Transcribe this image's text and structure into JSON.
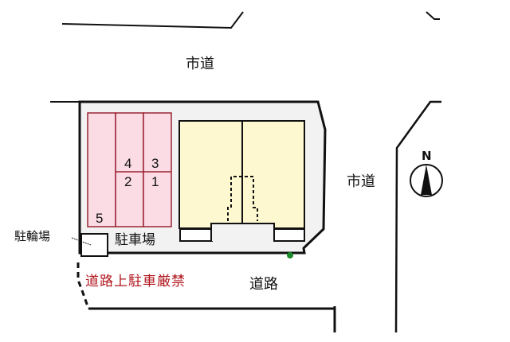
{
  "map": {
    "roads": {
      "top": "市道",
      "right": "市道",
      "bottom": "道路"
    },
    "notice": "道路上駐車厳禁",
    "labels": {
      "parking_lot": "駐車場",
      "bicycle_parking": "駐輪場"
    },
    "parking_spaces": [
      "1",
      "2",
      "3",
      "4",
      "5"
    ],
    "compass": {
      "label": "N"
    },
    "colors": {
      "parking_fill": "#fbdbe4",
      "parking_border": "#9b2434",
      "building_fill": "#fdf8cf",
      "lot_fill": "#f2f2f2",
      "notice_text": "#b0141c",
      "marker_green": "#1a8a2a"
    }
  }
}
